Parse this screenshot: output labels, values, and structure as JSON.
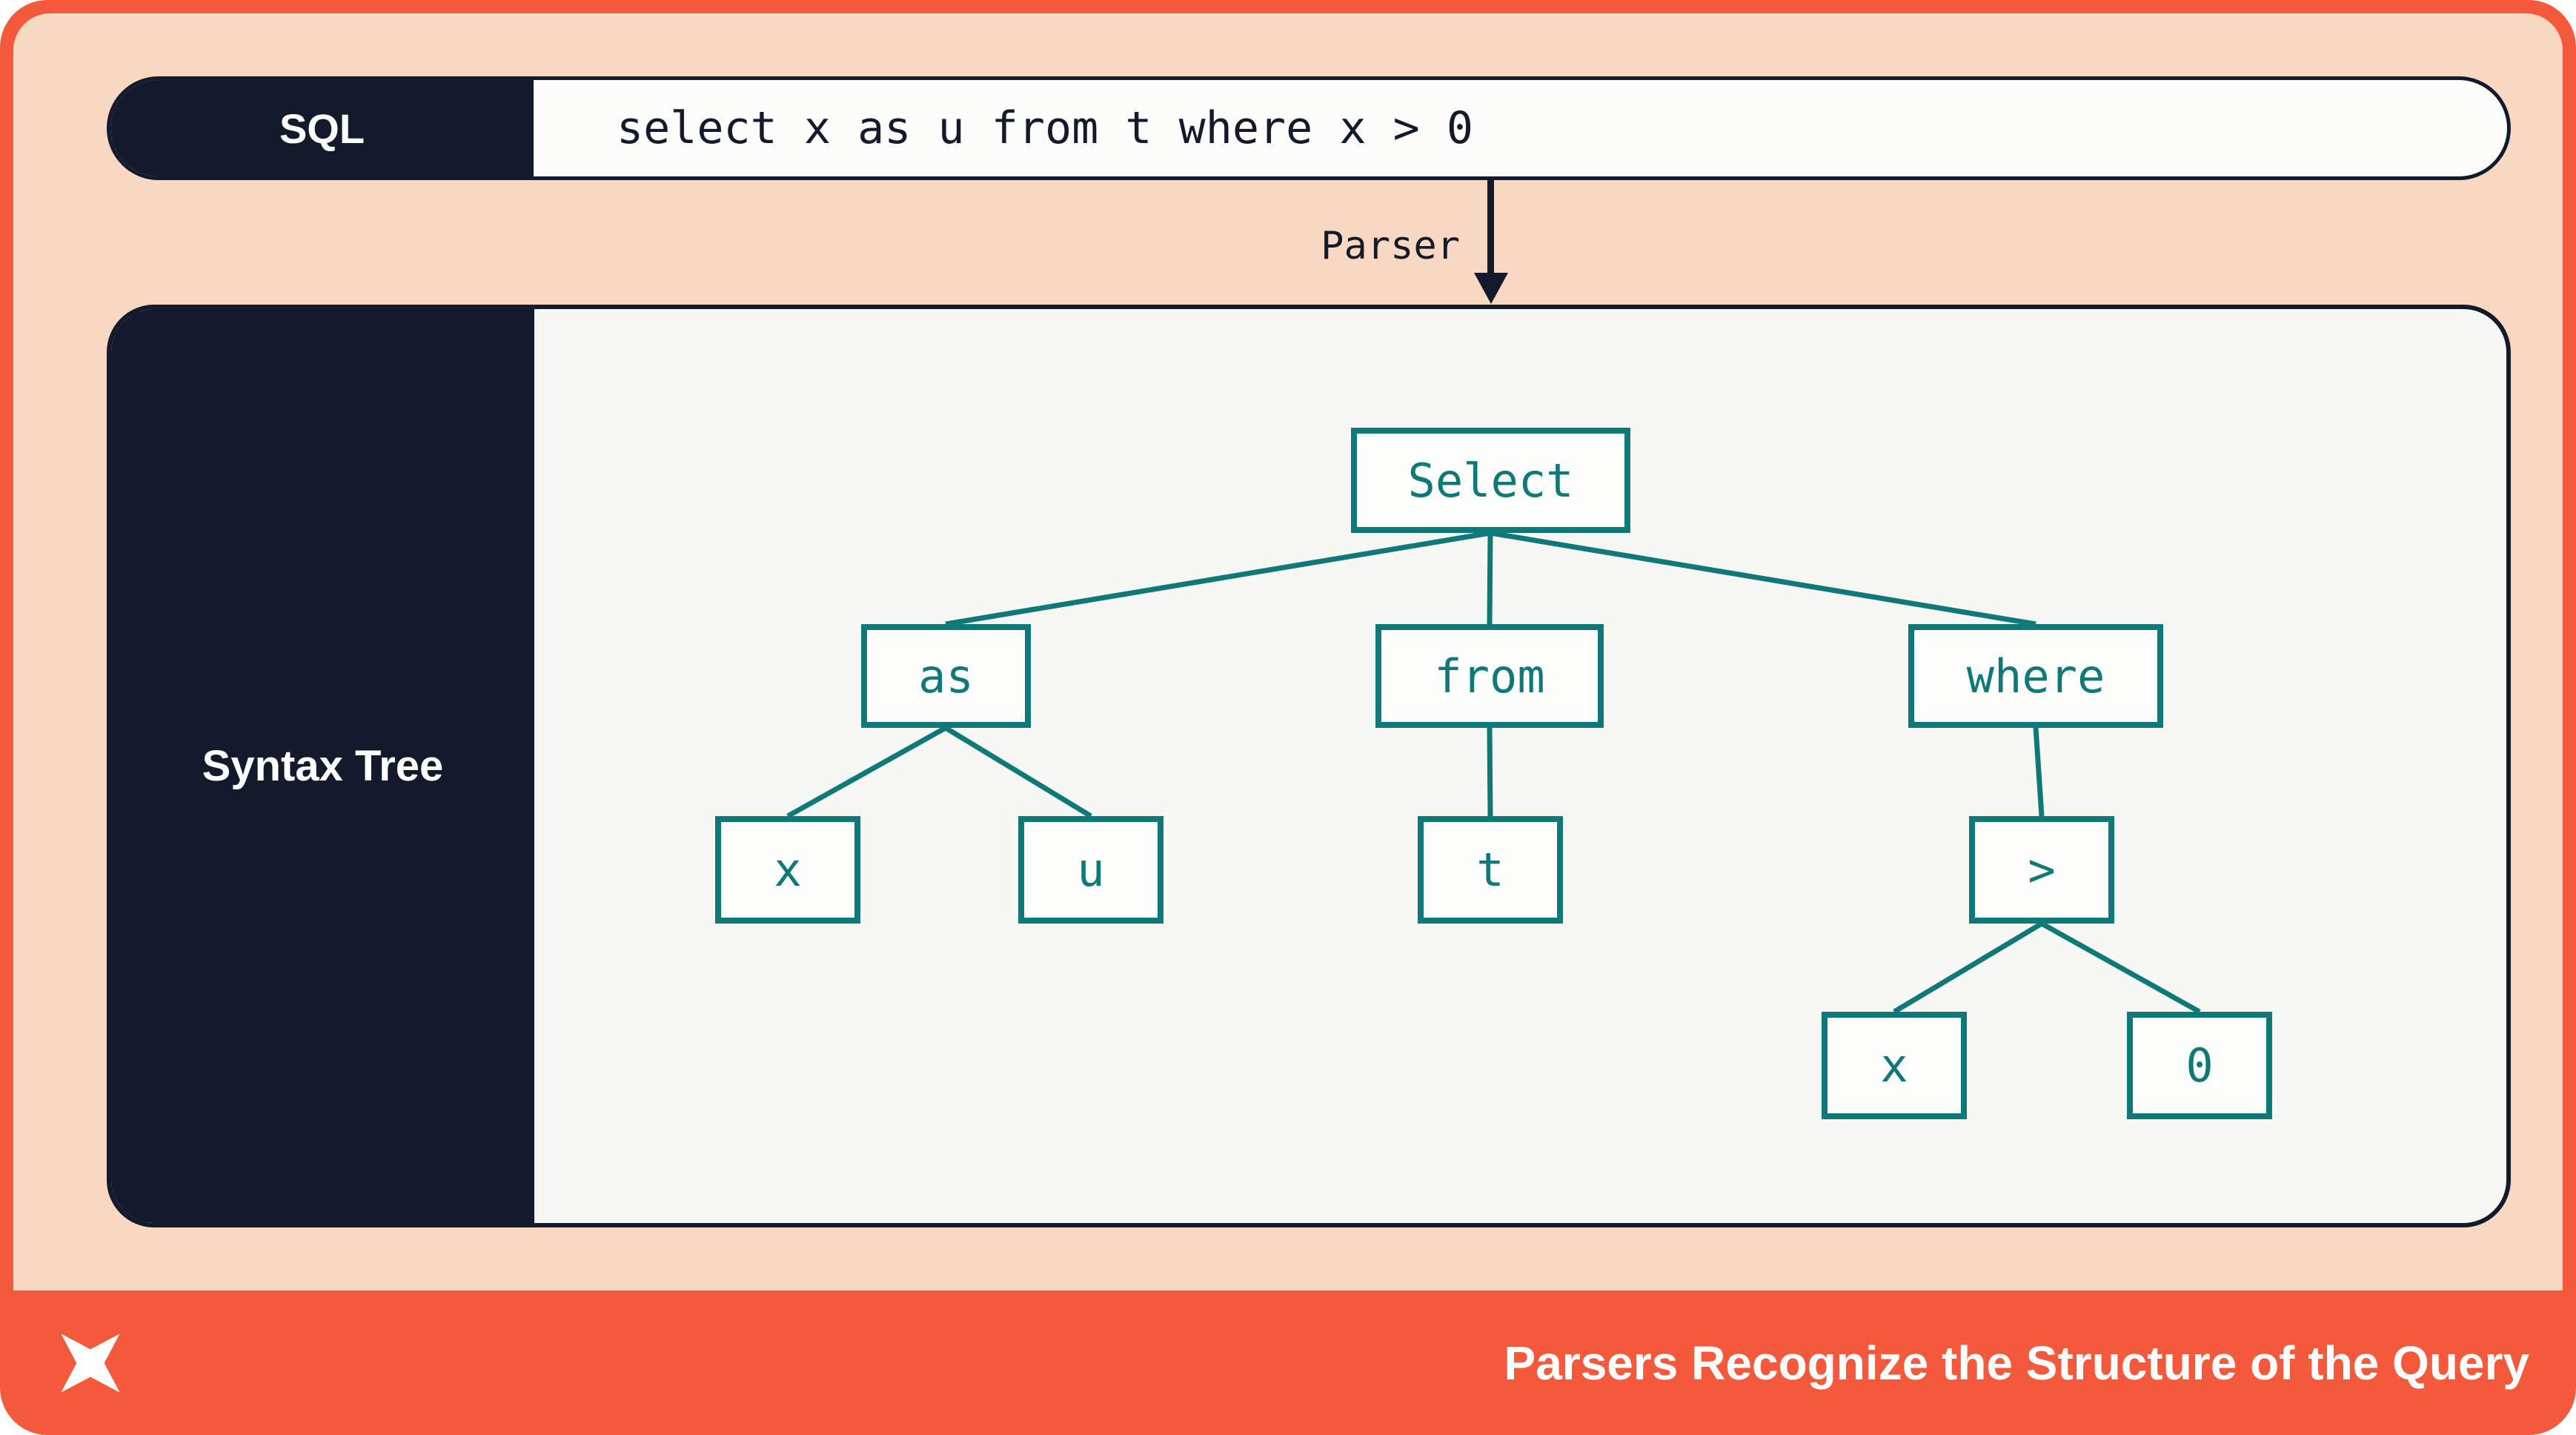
{
  "sql_bar": {
    "label": "SQL",
    "query": "select x as u from t where x > 0"
  },
  "parser": {
    "label": "Parser"
  },
  "syntax_tree": {
    "label": "Syntax Tree",
    "nodes": {
      "select": "Select",
      "as": "as",
      "from": "from",
      "where": "where",
      "x_left": "x",
      "u": "u",
      "t": "t",
      "gt": ">",
      "x_right": "x",
      "zero": "0"
    },
    "edges": [
      [
        "Select",
        "as"
      ],
      [
        "Select",
        "from"
      ],
      [
        "Select",
        "where"
      ],
      [
        "as",
        "x"
      ],
      [
        "as",
        "u"
      ],
      [
        "from",
        "t"
      ],
      [
        "where",
        ">"
      ],
      [
        ">",
        "x"
      ],
      [
        ">",
        "0"
      ]
    ]
  },
  "footer": {
    "caption": "Parsers Recognize the Structure of the Query",
    "logo": "four-point-star-logo"
  },
  "colors": {
    "coral": "#f4593c",
    "peach": "#f8d8c0",
    "navy": "#121a2c",
    "teal": "#0e7978",
    "offwhite": "#f7f7f3"
  }
}
